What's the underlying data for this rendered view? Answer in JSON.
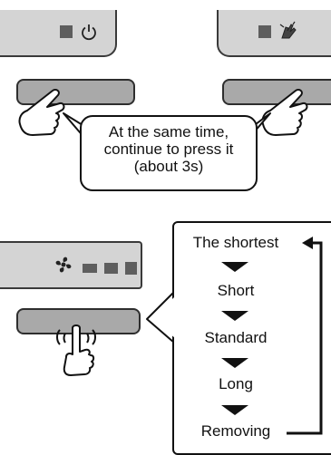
{
  "top_left_panel": {
    "icon": "power-icon"
  },
  "top_right_panel": {
    "icon": "hand-wash-icon"
  },
  "callout": {
    "line1": "At the same time,",
    "line2": "continue to press it",
    "line3": "(about 3s)"
  },
  "bottom_panel": {
    "icon": "fan-icon",
    "leds": 3
  },
  "sequence": {
    "steps": [
      "The shortest",
      "Short",
      "Standard",
      "Long",
      "Removing"
    ]
  },
  "colors": {
    "panel": "#d4d4d4",
    "button": "#a9a9a9",
    "led": "#5e5e5e",
    "outline": "#111111"
  }
}
